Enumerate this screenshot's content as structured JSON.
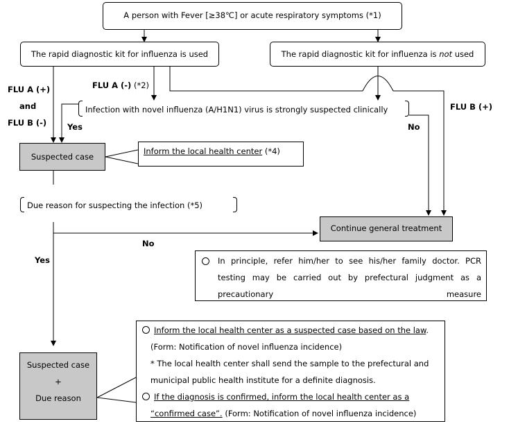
{
  "nodes": {
    "start": "A person with Fever [≥38℃] or acute respiratory symptoms (*1)",
    "kit_used": "The rapid diagnostic kit for influenza is used",
    "kit_not_used_a": "The rapid diagnostic kit for influenza is ",
    "kit_not_used_b": "not",
    "kit_not_used_c": " used",
    "infection_suspected": "Infection with novel influenza (A/H1N1) virus is strongly suspected clinically",
    "suspected_case": "Suspected case",
    "inform_center": "Inform the local health center",
    "inform_center_ref": " (*4)",
    "due_reason": "Due reason for suspecting the infection (*5)",
    "continue_treatment": "Continue general treatment",
    "final_line1": "Suspected case",
    "final_line2": "+",
    "final_line3": "Due reason"
  },
  "edge_labels": {
    "flu_a_pos": "FLU A (+)",
    "and": "and",
    "flu_b_neg": "FLU B (-)",
    "flu_a_neg": "FLU A (-)",
    "flu_a_neg_ref": " (*2)",
    "yes1": "Yes",
    "no1": "No",
    "flu_b_pos": "FLU B (+)",
    "no2": "No",
    "yes2": "Yes"
  },
  "notes": {
    "principle": "In principle, refer him/her to see his/her family doctor. PCR testing may be carried out by prefectural judgment as a precautionary measure",
    "law_u": "Inform the local health center as a suspected case based on the law",
    "law_end": ".",
    "form1": "(Form: Notification of novel influenza incidence)",
    "sample_line1": "* The local health center shall send the sample to the prefectural and",
    "sample_line2": "municipal public health institute for a definite diagnosis.",
    "confirmed_line1": "If the diagnosis is confirmed, inform the local health center as a",
    "confirmed_u2": "“confirmed case”.",
    "confirmed_end": " (Form: Notification of novel influenza incidence)"
  }
}
